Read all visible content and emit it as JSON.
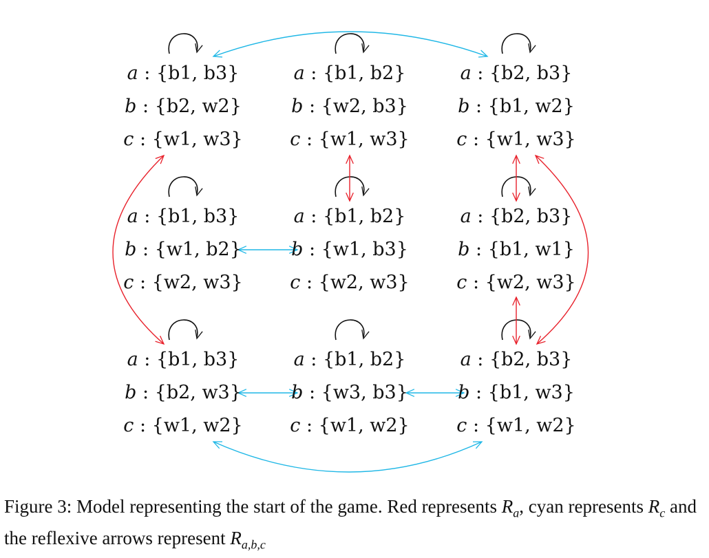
{
  "diagram": {
    "states": [
      {
        "id": "s00",
        "a": "{b1, b3}",
        "b": "{b2, w2}",
        "c": "{w1, w3}"
      },
      {
        "id": "s01",
        "a": "{b1, b2}",
        "b": "{w2, b3}",
        "c": "{w1, w3}"
      },
      {
        "id": "s02",
        "a": "{b2, b3}",
        "b": "{b1, w2}",
        "c": "{w1, w3}"
      },
      {
        "id": "s10",
        "a": "{b1, b3}",
        "b": "{w1, b2}",
        "c": "{w2, w3}"
      },
      {
        "id": "s11",
        "a": "{b1, b2}",
        "b": "{w1, b3}",
        "c": "{w2, w3}"
      },
      {
        "id": "s12",
        "a": "{b2, b3}",
        "b": "{b1, w1}",
        "c": "{w2, w3}"
      },
      {
        "id": "s20",
        "a": "{b1, b3}",
        "b": "{b2, w3}",
        "c": "{w1, w2}"
      },
      {
        "id": "s21",
        "a": "{b1, b2}",
        "b": "{w3, b3}",
        "c": "{w1, w2}"
      },
      {
        "id": "s22",
        "a": "{b2, b3}",
        "b": "{b1, w3}",
        "c": "{w1, w2}"
      }
    ],
    "relations": [
      {
        "from": "s00",
        "to": "s02",
        "relation": "R_c"
      },
      {
        "from": "s10",
        "to": "s11",
        "relation": "R_c"
      },
      {
        "from": "s20",
        "to": "s21",
        "relation": "R_c"
      },
      {
        "from": "s21",
        "to": "s22",
        "relation": "R_c"
      },
      {
        "from": "s20",
        "to": "s22",
        "relation": "R_c"
      },
      {
        "from": "s00",
        "to": "s20",
        "relation": "R_a"
      },
      {
        "from": "s01",
        "to": "s11",
        "relation": "R_a"
      },
      {
        "from": "s02",
        "to": "s12",
        "relation": "R_a"
      },
      {
        "from": "s12",
        "to": "s22",
        "relation": "R_a"
      },
      {
        "from": "s02",
        "to": "s22",
        "relation": "R_a"
      }
    ],
    "reflexive_relation": "R_{a,b,c}",
    "colors": {
      "R_a": "#e8202a",
      "R_c": "#1fb7e6",
      "reflexive": "#111111"
    }
  },
  "caption": {
    "text_1": "Figure 3: Model representing the start of the game. Red represents ",
    "sym_a": "R",
    "sub_a": "a",
    "text_2": ", cyan represents ",
    "sym_c": "R",
    "sub_c": "c",
    "text_3": " and the reflexive arrows represent ",
    "sym_abc": "R",
    "sub_abc": "a,b,c"
  }
}
